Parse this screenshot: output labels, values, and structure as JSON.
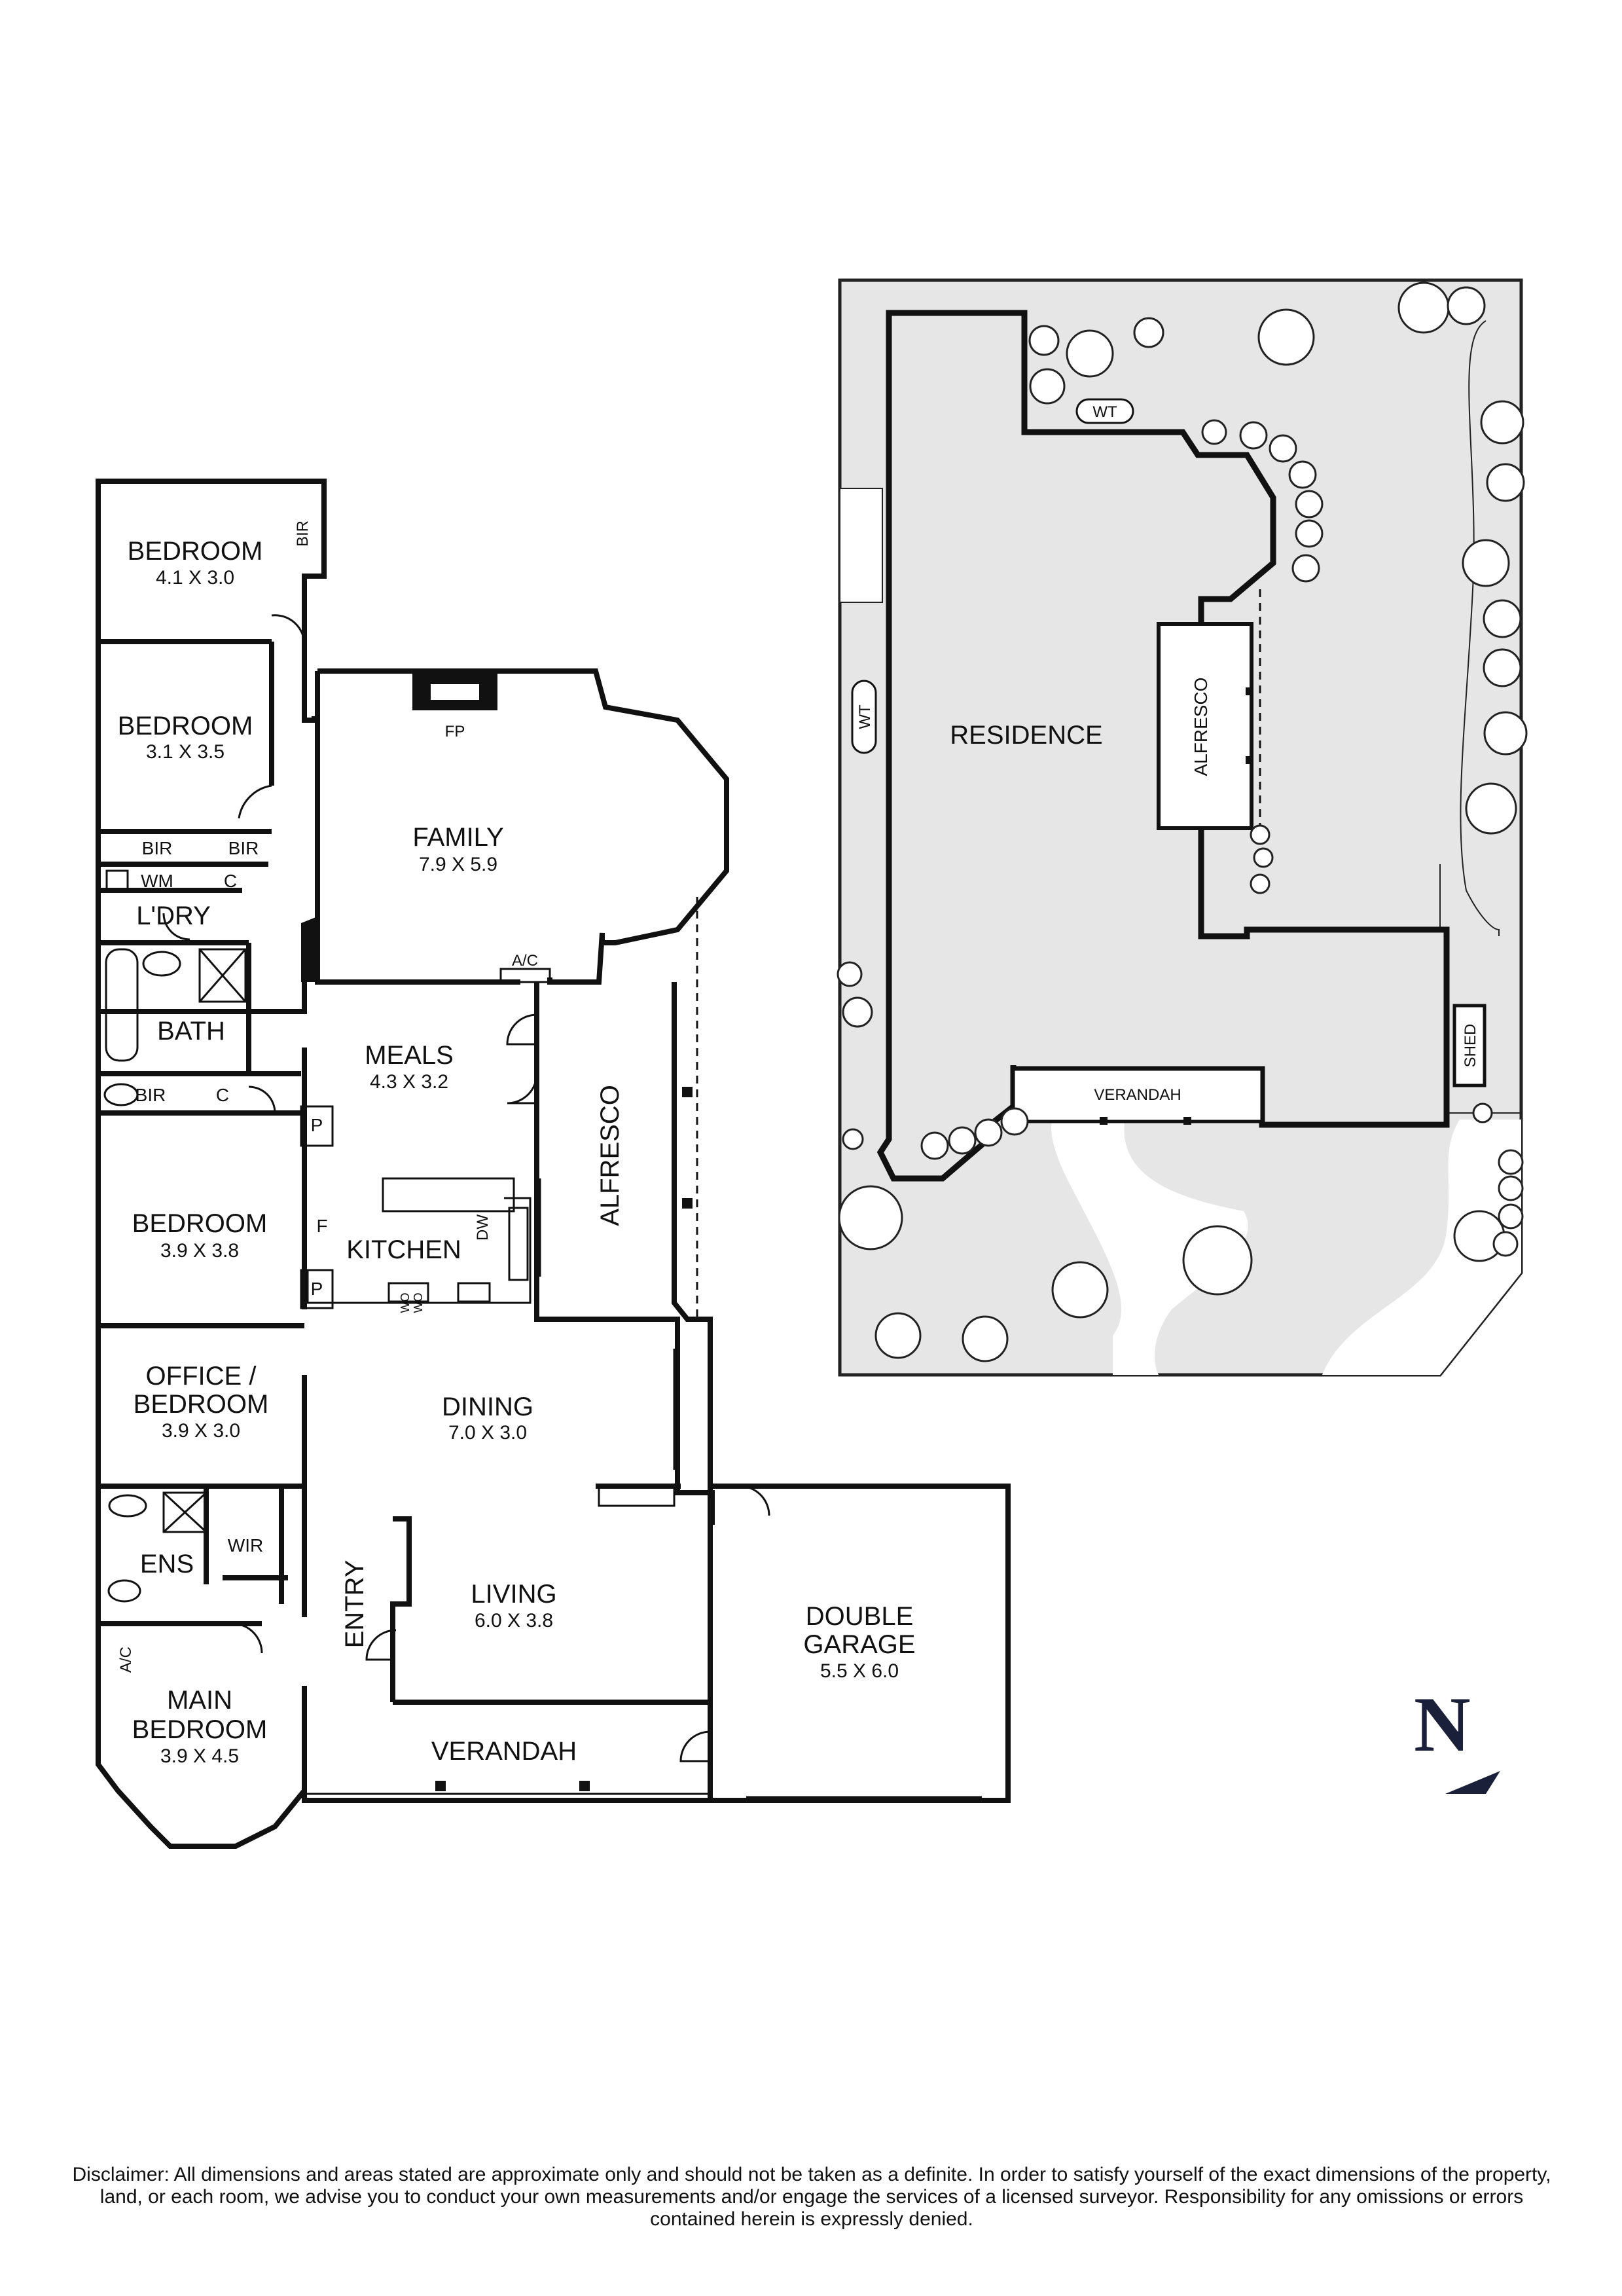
{
  "rooms": {
    "bedroom1": {
      "name": "BEDROOM",
      "size": "4.1 X 3.0"
    },
    "bedroom2": {
      "name": "BEDROOM",
      "size": "3.1 X 3.5"
    },
    "bedroom3": {
      "name": "BEDROOM",
      "size": "3.9 X 3.8"
    },
    "office": {
      "name1": "OFFICE /",
      "name2": "BEDROOM",
      "size": "3.9 X 3.0"
    },
    "main_bedroom": {
      "name1": "MAIN",
      "name2": "BEDROOM",
      "size": "3.9 X 4.5"
    },
    "family": {
      "name": "FAMILY",
      "size": "7.9 X 5.9"
    },
    "meals": {
      "name": "MEALS",
      "size": "4.3 X 3.2"
    },
    "kitchen": {
      "name": "KITCHEN"
    },
    "dining": {
      "name": "DINING",
      "size": "7.0 X 3.0"
    },
    "living": {
      "name": "LIVING",
      "size": "6.0 X 3.8"
    },
    "garage": {
      "name1": "DOUBLE",
      "name2": "GARAGE",
      "size": "5.5 X 6.0"
    },
    "alfresco": {
      "name": "ALFRESCO"
    },
    "verandah": {
      "name": "VERANDAH"
    },
    "entry": {
      "name": "ENTRY"
    },
    "bath": {
      "name": "BATH"
    },
    "laundry": {
      "name": "L'DRY"
    },
    "ensuite": {
      "name": "ENS"
    },
    "wir": {
      "name": "WIR"
    }
  },
  "fixtures": {
    "bir": "BIR",
    "c": "C",
    "wm": "WM",
    "fp": "FP",
    "ac": "A/C",
    "p": "P",
    "f": "F",
    "dw": "DW",
    "wo": "WO"
  },
  "site": {
    "residence": "RESIDENCE",
    "alfresco": "ALFRESCO",
    "verandah": "VERANDAH",
    "shed": "SHED",
    "wt": "WT"
  },
  "north": "N",
  "disclaimer": "Disclaimer: All dimensions and areas stated are approximate only and should not be taken as a definite. In order to satisfy yourself of the exact dimensions of the property, land, or each room, we advise you to conduct your own measurements and/or engage the services of a licensed surveyor. Responsibility for any omissions or errors contained herein is expressly denied."
}
